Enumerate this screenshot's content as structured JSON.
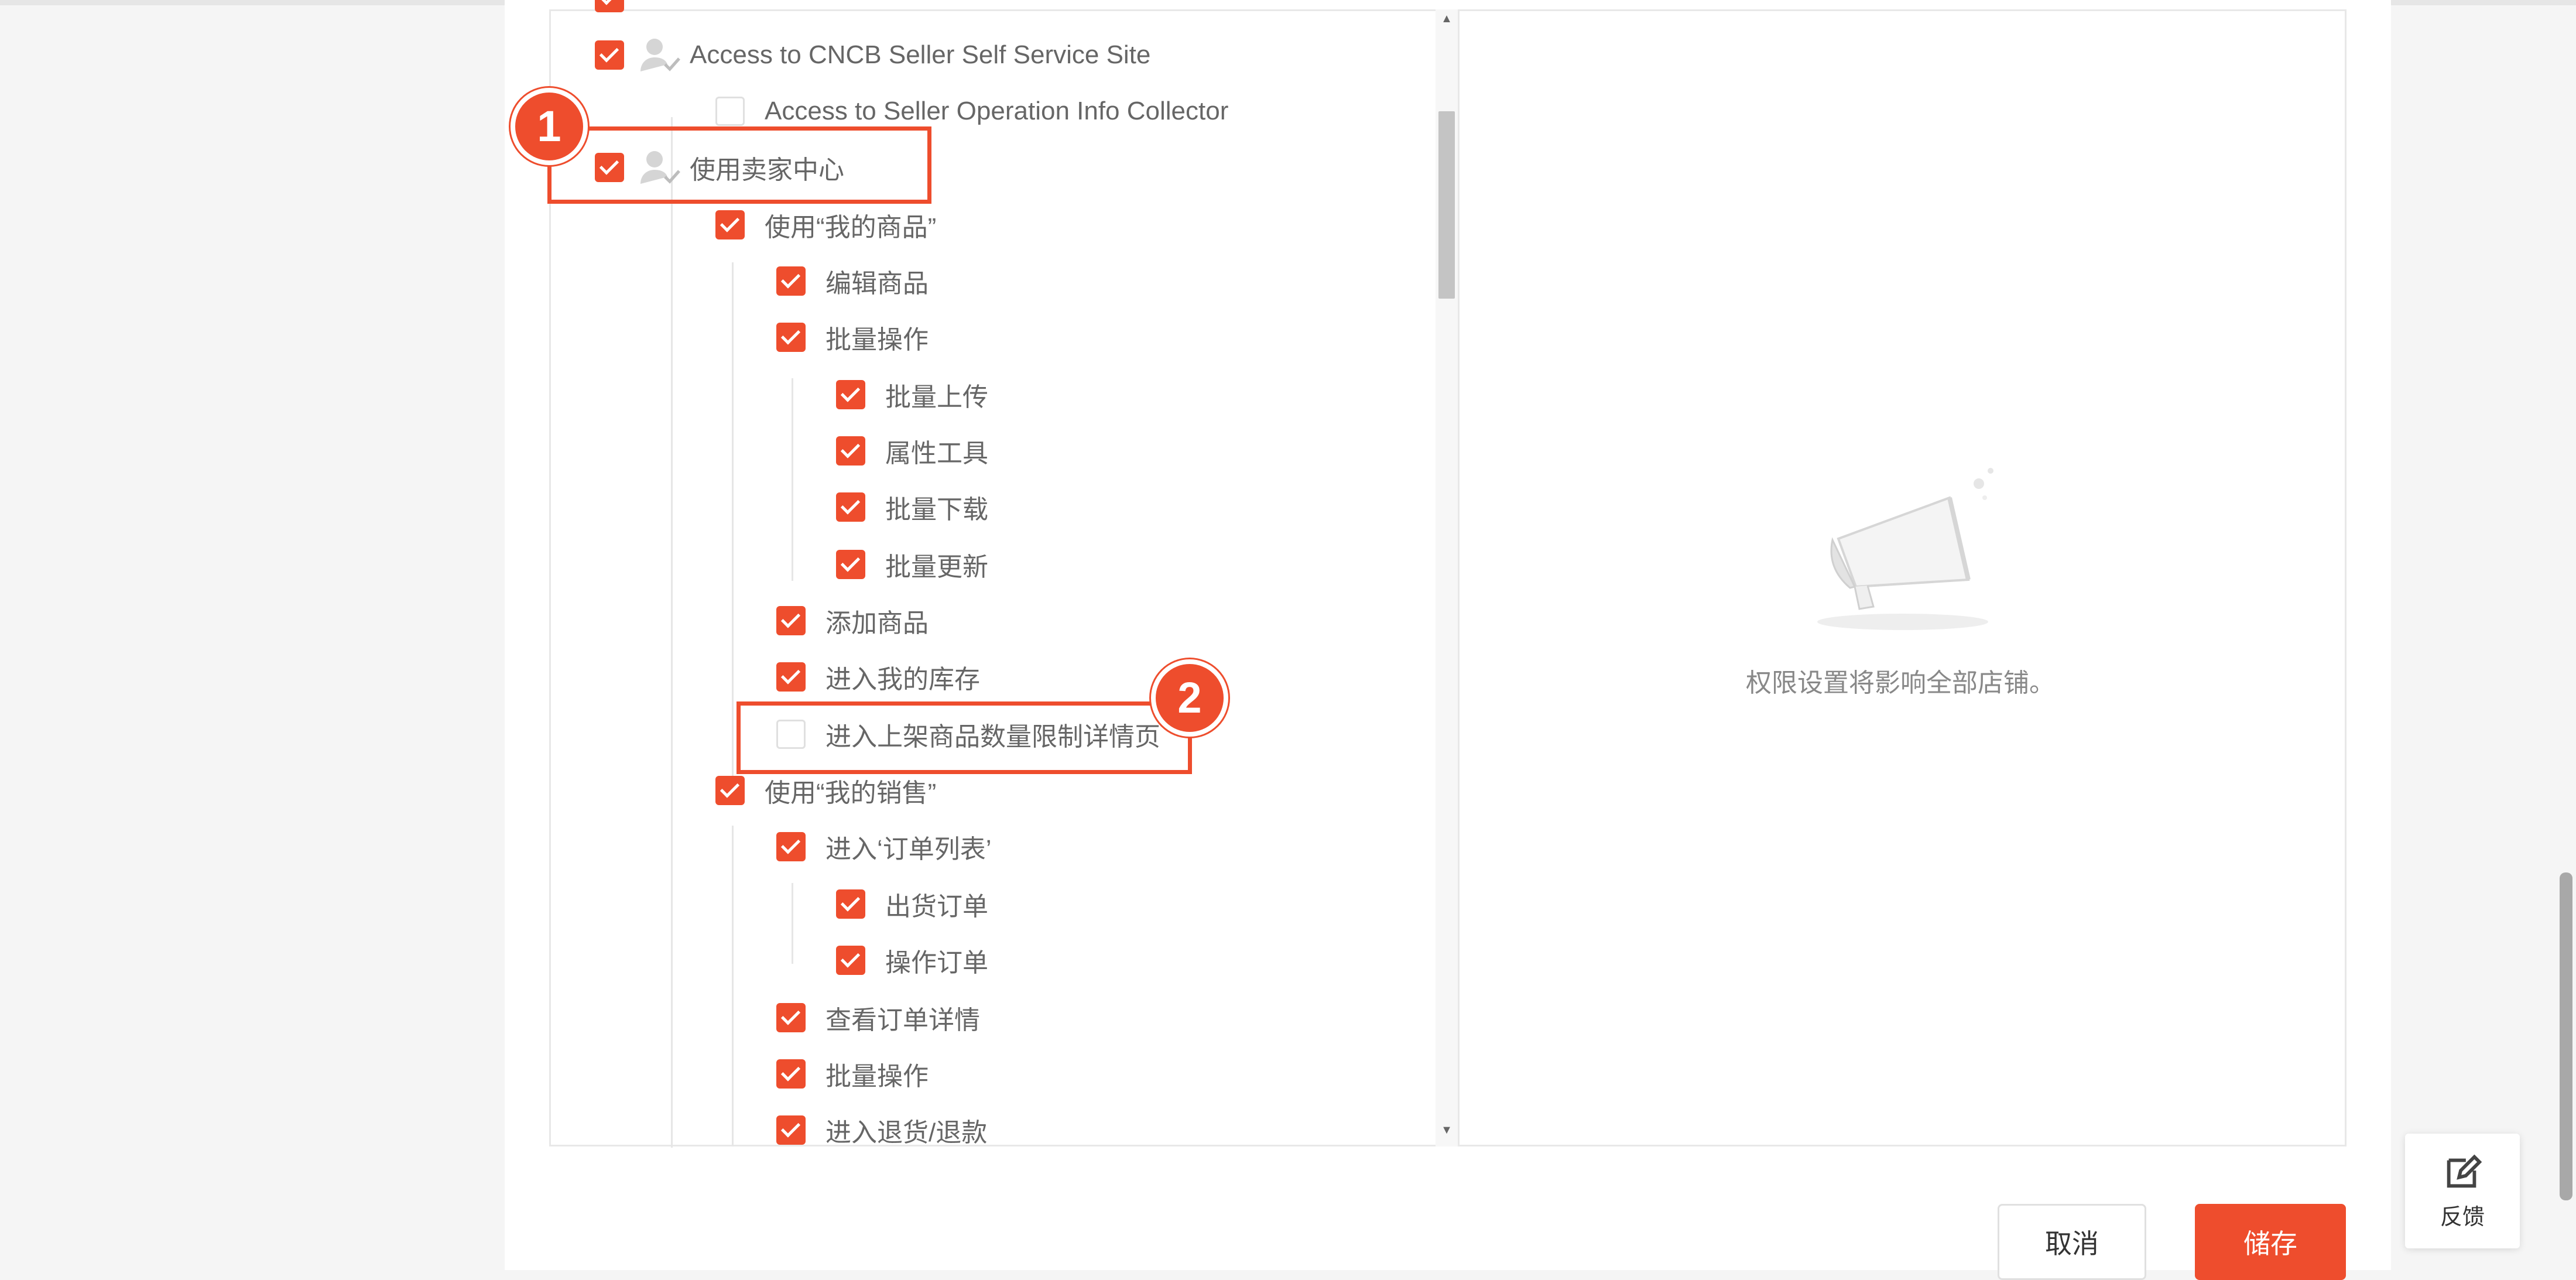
{
  "tree": {
    "items": [
      {
        "label": "",
        "checked": true,
        "partial": true
      },
      {
        "label": "Access to CNCB Seller Self Service Site",
        "checked": true,
        "role_icon": "user-check-icon"
      },
      {
        "label": "Access to Seller Operation Info Collector",
        "checked": false
      },
      {
        "label": "使用卖家中心",
        "checked": true,
        "role_icon": "user-check-icon"
      },
      {
        "label": "使用“我的商品”",
        "checked": true
      },
      {
        "label": "编辑商品",
        "checked": true
      },
      {
        "label": "批量操作",
        "checked": true
      },
      {
        "label": "批量上传",
        "checked": true
      },
      {
        "label": "属性工具",
        "checked": true
      },
      {
        "label": "批量下载",
        "checked": true
      },
      {
        "label": "批量更新",
        "checked": true
      },
      {
        "label": "添加商品",
        "checked": true
      },
      {
        "label": "进入我的库存",
        "checked": true
      },
      {
        "label": "进入上架商品数量限制详情页",
        "checked": false
      },
      {
        "label": "使用“我的销售”",
        "checked": true
      },
      {
        "label": "进入‘订单列表’",
        "checked": true
      },
      {
        "label": "出货订单",
        "checked": true
      },
      {
        "label": "操作订单",
        "checked": true
      },
      {
        "label": "查看订单详情",
        "checked": true
      },
      {
        "label": "批量操作",
        "checked": true
      },
      {
        "label": "进入退货/退款",
        "checked": true
      }
    ]
  },
  "annotations": {
    "badge_1": "1",
    "badge_2": "2"
  },
  "description": {
    "empty_text": "权限设置将影响全部店铺。",
    "illustration": "megaphone-icon"
  },
  "actions": {
    "cancel_label": "取消",
    "save_label": "储存"
  },
  "feedback": {
    "label": "反馈",
    "icon": "edit-icon"
  },
  "colors": {
    "accent": "#ee4d2d",
    "text": "#666666",
    "border": "#e8e8e8"
  }
}
